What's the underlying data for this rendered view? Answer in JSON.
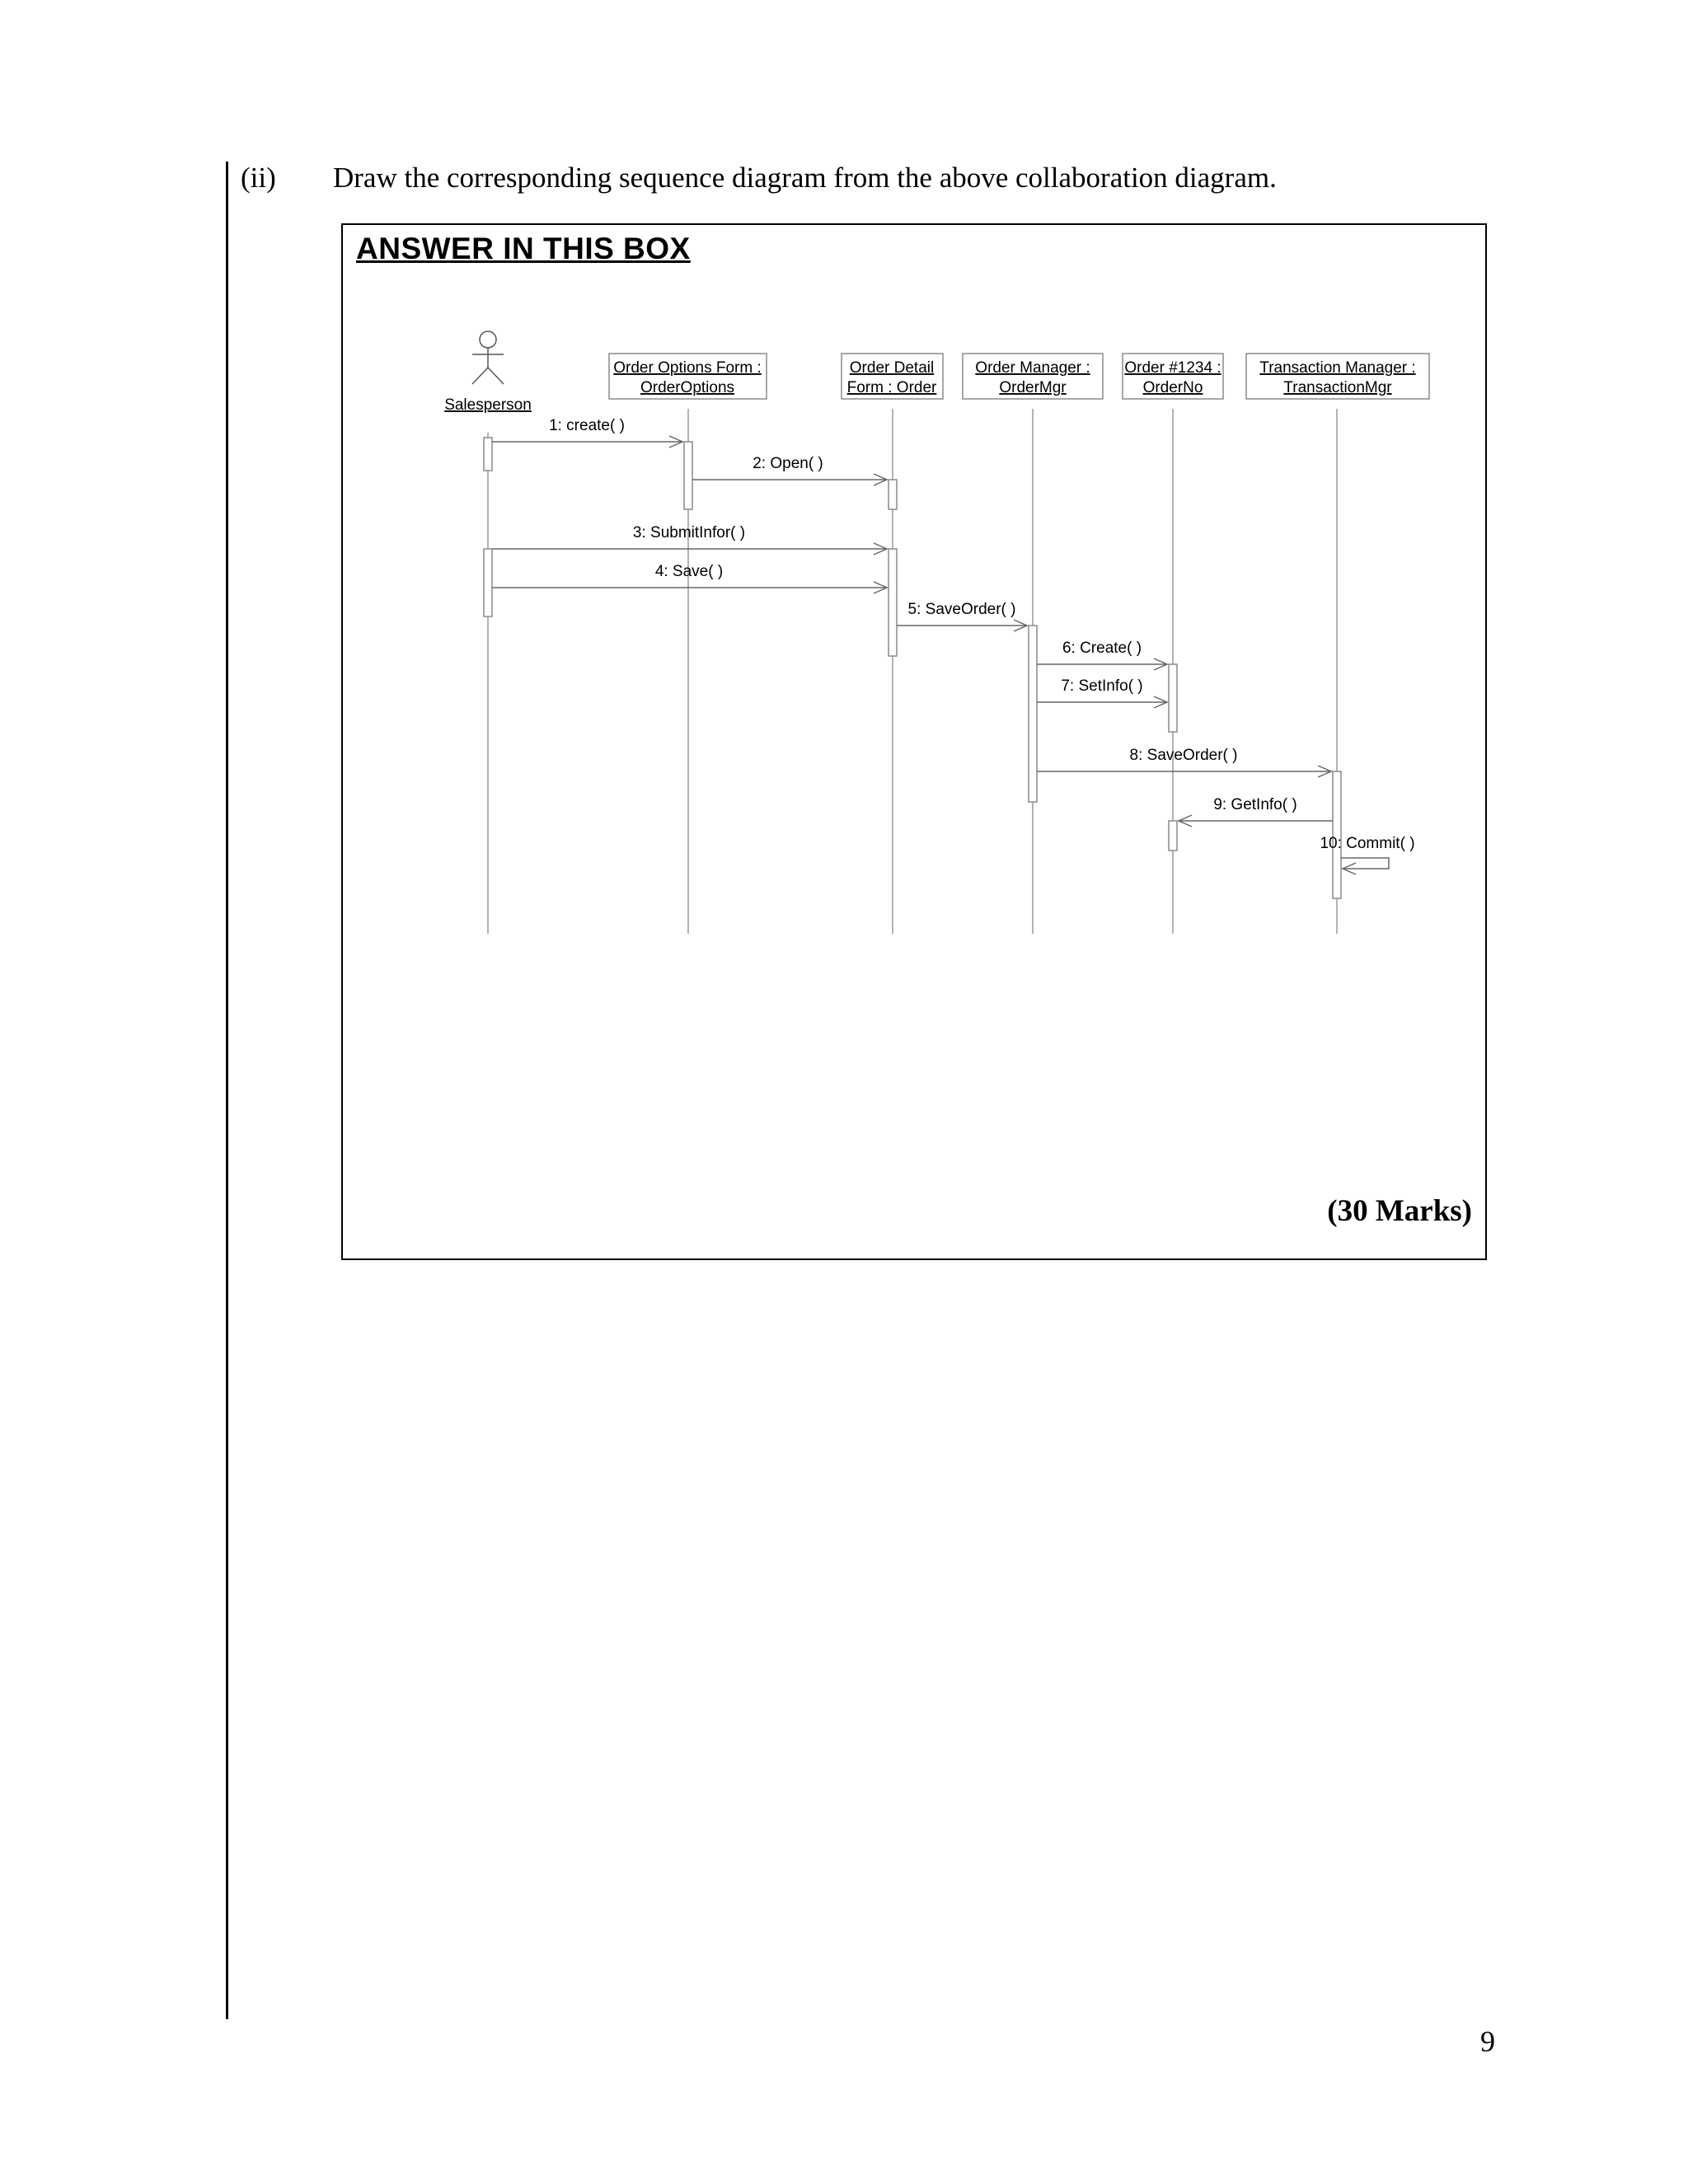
{
  "question": {
    "number": "(ii)",
    "text": "Draw the corresponding sequence diagram from the above collaboration diagram."
  },
  "answer_box": {
    "title": "ANSWER IN THIS BOX",
    "marks": "(30 Marks)"
  },
  "diagram": {
    "actor": {
      "name": "Salesperson"
    },
    "objects": [
      {
        "id": "oo",
        "lines": [
          "Order Options Form :",
          "OrderOptions"
        ]
      },
      {
        "id": "od",
        "lines": [
          "Order Detail",
          "Form : Order"
        ]
      },
      {
        "id": "om",
        "lines": [
          "Order Manager :",
          "OrderMgr"
        ]
      },
      {
        "id": "on",
        "lines": [
          "Order #1234 :",
          "OrderNo"
        ]
      },
      {
        "id": "tm",
        "lines": [
          "Transaction Manager :",
          "TransactionMgr"
        ]
      }
    ],
    "messages": [
      {
        "label": "1: create( )",
        "from": "actor",
        "to": "oo"
      },
      {
        "label": "2: Open( )",
        "from": "oo",
        "to": "od"
      },
      {
        "label": "3: SubmitInfor( )",
        "from": "actor",
        "to": "od"
      },
      {
        "label": "4: Save( )",
        "from": "actor",
        "to": "od"
      },
      {
        "label": "5: SaveOrder( )",
        "from": "od",
        "to": "om"
      },
      {
        "label": "6: Create( )",
        "from": "om",
        "to": "on"
      },
      {
        "label": "7: SetInfo( )",
        "from": "om",
        "to": "on"
      },
      {
        "label": "8: SaveOrder( )",
        "from": "om",
        "to": "tm"
      },
      {
        "label": "9: GetInfo( )",
        "from": "tm",
        "to": "on"
      },
      {
        "label": "10: Commit( )",
        "from": "tm",
        "to": "tm"
      }
    ]
  },
  "page_number": "9"
}
